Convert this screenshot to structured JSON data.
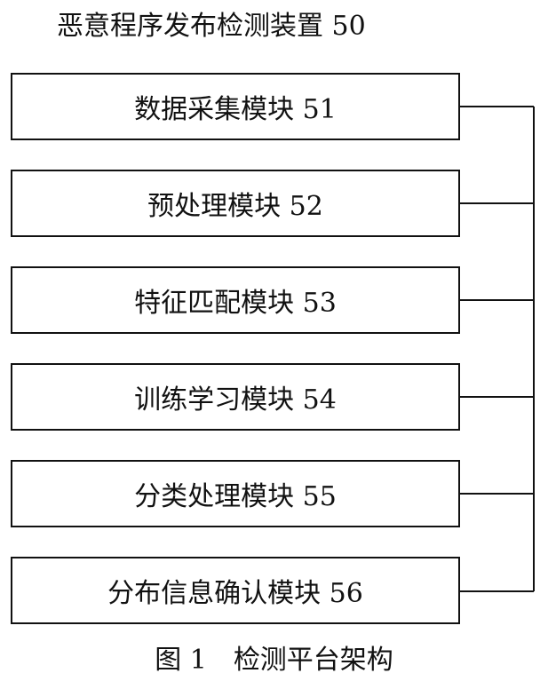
{
  "device_title": "恶意程序发布检测装置 50",
  "modules": [
    {
      "label": "数据采集模块 51"
    },
    {
      "label": "预处理模块 52"
    },
    {
      "label": "特征匹配模块 53"
    },
    {
      "label": "训练学习模块 54"
    },
    {
      "label": "分类处理模块 55"
    },
    {
      "label": "分布信息确认模块 56"
    }
  ],
  "caption": {
    "figure": "图 1",
    "title": "检测平台架构"
  }
}
